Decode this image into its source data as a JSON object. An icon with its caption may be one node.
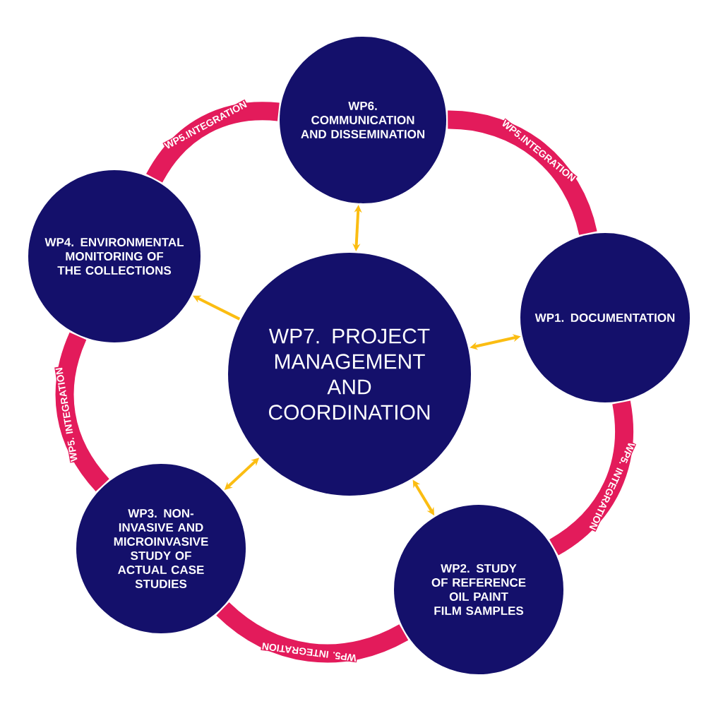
{
  "diagram": {
    "nodes": [
      {
        "text": [
          "WP6. COMMUNICATION AND DISSEMINATION"
        ]
      },
      {
        "text": [
          "WP4. ENVIRONMENTAL MONITORING OF THE COLLECTIONS"
        ]
      },
      {
        "text": [
          "WP7. PROJECT MANAGEMENT AND COORDINATION"
        ]
      },
      {
        "text": [
          "WP1. DOCUMENTATION"
        ]
      },
      {
        "text": [
          "WP3. NON-INVASIVE AND MICROINVASIVE STUDY OF ACTUAL CASE STUDIES"
        ]
      },
      {
        "text": [
          "WP2. STUDY OF REFERENCE OIL PAINT FILM SAMPLES"
        ]
      }
    ],
    "edges": [
      {
        "from": 2,
        "to": 0,
        "arrow": "both",
        "color": "#fbbd12"
      },
      {
        "from": 2,
        "to": 1,
        "arrow": "to",
        "color": "#fbbd12"
      },
      {
        "from": 2,
        "to": 3,
        "arrow": "both",
        "color": "#fbbd12"
      },
      {
        "from": 2,
        "to": 4,
        "arrow": "both",
        "color": "#fbbd12"
      },
      {
        "from": 2,
        "to": 5,
        "arrow": "both",
        "color": "#fbbd12"
      },
      {
        "from": 1,
        "to": 0,
        "arrow": "none",
        "label": "WP5.INTEGRATION",
        "style": "thick",
        "color": "#e31b5b"
      },
      {
        "from": 0,
        "to": 3,
        "arrow": "none",
        "label": "WP5.INTEGRATION",
        "style": "thick",
        "color": "#e31b5b"
      },
      {
        "from": 3,
        "to": 5,
        "arrow": "none",
        "label": "WP5. INTEGRATION",
        "style": "thick",
        "color": "#e31b5b"
      },
      {
        "from": 5,
        "to": 4,
        "arrow": "none",
        "label": "WP5. INTEGRATION",
        "style": "thick",
        "color": "#e31b5b"
      },
      {
        "from": 4,
        "to": 1,
        "arrow": "none",
        "label": "WP5. INTEGRATION",
        "style": "thick",
        "color": "#e31b5b"
      }
    ]
  }
}
